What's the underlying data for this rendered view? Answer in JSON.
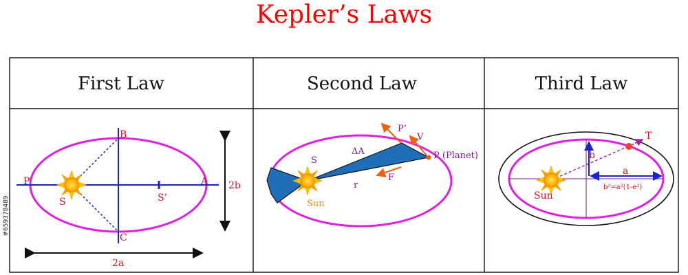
{
  "title": "Kepler’s Laws",
  "watermark_id": "#659378489",
  "headers": [
    "First Law",
    "Second Law",
    "Third Law"
  ],
  "first_law": {
    "label_P": "P",
    "label_A": "A",
    "label_B": "B",
    "label_C": "C",
    "label_S": "S",
    "label_S_prime": "S’",
    "label_2a": "2a",
    "label_2b": "2b"
  },
  "second_law": {
    "label_S": "S",
    "label_sun": "Sun",
    "label_delta_a": "ΔA",
    "label_p_prime": "P’",
    "label_v": "V",
    "label_planet": "P (Planet)",
    "label_f": "F",
    "label_r": "r"
  },
  "third_law": {
    "label_T": "T",
    "label_b": "b",
    "label_a": "a",
    "label_sun": "Sun",
    "formula": "b²=a²(1-e²)"
  },
  "colors": {
    "title": "#ff0000",
    "orbit": "#e020e0",
    "axis": "#1a22cc",
    "area_fill": "#1f6fb8",
    "label_red": "#e01020",
    "sun": "#f5a300",
    "arrow_orange": "#f06010"
  }
}
